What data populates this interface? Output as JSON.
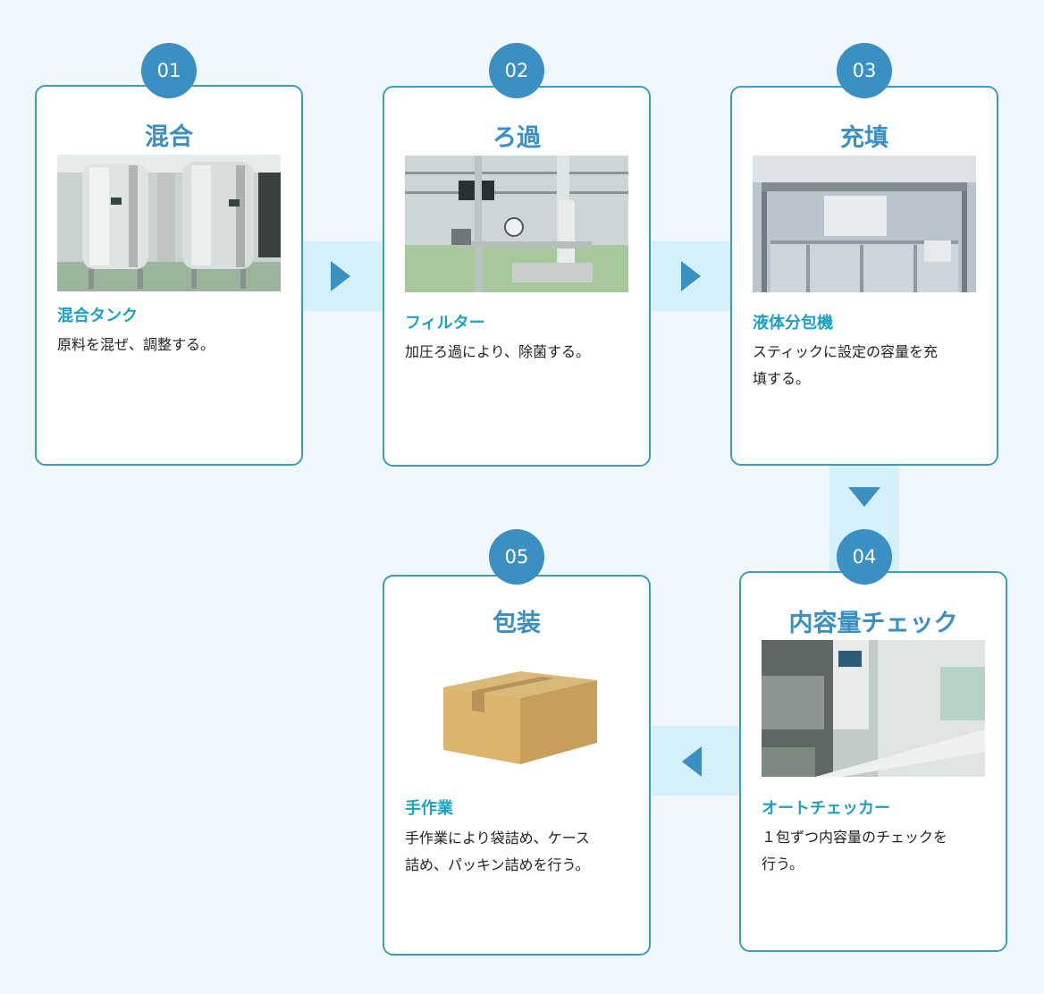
{
  "steps": [
    {
      "number": "01",
      "title": "混合",
      "subtitle": "混合タンク",
      "description": "原料を混ぜ、調整する。",
      "photo": "mixing-tanks-photo"
    },
    {
      "number": "02",
      "title": "ろ過",
      "subtitle": "フィルター",
      "description": "加圧ろ過により、除菌する。",
      "photo": "filter-equipment-photo"
    },
    {
      "number": "03",
      "title": "充填",
      "subtitle": "液体分包機",
      "description": "スティックに設定の容量を充\n填する。",
      "photo": "liquid-packaging-machine-photo"
    },
    {
      "number": "04",
      "title": "内容量チェック",
      "subtitle": "オートチェッカー",
      "description": "１包ずつ内容量のチェックを\n行う。",
      "photo": "auto-checker-photo"
    },
    {
      "number": "05",
      "title": "包装",
      "subtitle": "手作業",
      "description": "手作業により袋詰め、ケース\n詰め、パッキン詰めを行う。",
      "photo": "cardboard-box-icon"
    }
  ],
  "colors": {
    "accent": "#3a8fc3",
    "subtitle": "#1aa2c4",
    "border": "#3d9bbd",
    "connector": "#d4f0fb",
    "background": "#f1f8fd"
  }
}
